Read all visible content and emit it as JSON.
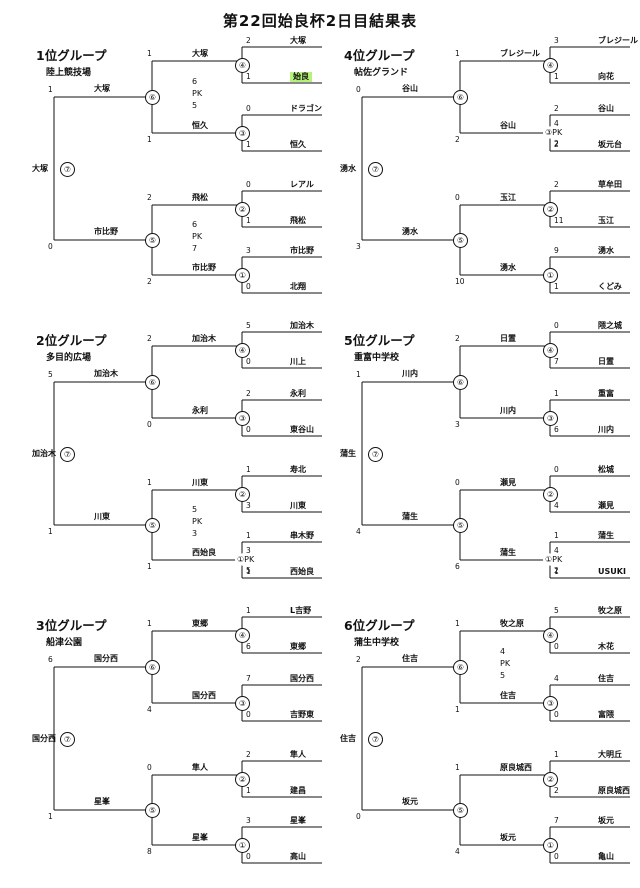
{
  "page": {
    "title": "第22回始良杯2日目結果表"
  },
  "groups": [
    {
      "title": "1位グループ",
      "venue": "陸上競技場",
      "champion": "大塚",
      "final_no": "⑦",
      "top": {
        "name": "大塚",
        "score_final": "1",
        "semi_no": "⑥",
        "pk_text": "",
        "r2a": {
          "name": "大塚",
          "score": "1",
          "match_no": "④",
          "t1": {
            "name": "大塚",
            "score": "2"
          },
          "t2": {
            "name": "始良",
            "score": "1"
          }
        },
        "r2b": {
          "name": "恒久",
          "score": "1",
          "match_no": "③",
          "t1": {
            "name": "ドラゴン",
            "score": "0"
          },
          "t2": {
            "name": "恒久",
            "score": "1"
          }
        },
        "pk_score_a": "6",
        "pk_label": "PK",
        "pk_score_b": "5"
      },
      "bottom": {
        "name": "市比野",
        "score_final": "0",
        "semi_no": "⑤",
        "r2a": {
          "name": "飛松",
          "score": "2",
          "match_no": "②",
          "t1": {
            "name": "レアル",
            "score": "0"
          },
          "t2": {
            "name": "飛松",
            "score": "1"
          }
        },
        "r2b": {
          "name": "市比野",
          "score": "2",
          "match_no": "①",
          "t1": {
            "name": "市比野",
            "score": "3"
          },
          "t2": {
            "name": "北翔",
            "score": "0"
          }
        },
        "pk_score_a": "6",
        "pk_label": "PK",
        "pk_score_b": "7"
      }
    },
    {
      "title": "4位グループ",
      "venue": "帖佐グランド",
      "champion": "湧水",
      "final_no": "⑦",
      "top": {
        "name": "谷山",
        "score_final": "0",
        "semi_no": "⑥",
        "r2a": {
          "name": "ブレジール",
          "score": "1",
          "match_no": "④",
          "t1": {
            "name": "ブレジール",
            "score": "3"
          },
          "t2": {
            "name": "向花",
            "score": "1"
          }
        },
        "r2b": {
          "name": "谷山",
          "score": "2",
          "match_no": "③PK",
          "t1": {
            "name": "谷山",
            "score": "2"
          },
          "t2": {
            "name": "坂元台",
            "score": "2"
          }
        },
        "pk_score_a": "",
        "pk_label": "",
        "pk_score_b": "",
        "pk_inner_a": "4",
        "pk_inner_b": "2"
      },
      "bottom": {
        "name": "湧水",
        "score_final": "3",
        "semi_no": "⑤",
        "r2a": {
          "name": "玉江",
          "score": "0",
          "match_no": "②",
          "t1": {
            "name": "草牟田",
            "score": "2"
          },
          "t2": {
            "name": "玉江",
            "score": "11"
          }
        },
        "r2b": {
          "name": "湧水",
          "score": "10",
          "match_no": "①",
          "t1": {
            "name": "湧水",
            "score": "9"
          },
          "t2": {
            "name": "くどみ",
            "score": "1"
          }
        },
        "pk_score_a": "",
        "pk_label": "",
        "pk_score_b": ""
      }
    },
    {
      "title": "2位グループ",
      "venue": "多目的広場",
      "champion": "加治木",
      "final_no": "⑦",
      "top": {
        "name": "加治木",
        "score_final": "5",
        "semi_no": "⑥",
        "r2a": {
          "name": "加治木",
          "score": "2",
          "match_no": "④",
          "t1": {
            "name": "加治木",
            "score": "5"
          },
          "t2": {
            "name": "川上",
            "score": "0"
          }
        },
        "r2b": {
          "name": "永利",
          "score": "0",
          "match_no": "③",
          "t1": {
            "name": "永利",
            "score": "2"
          },
          "t2": {
            "name": "東谷山",
            "score": "0"
          }
        },
        "pk_score_a": "",
        "pk_label": "",
        "pk_score_b": ""
      },
      "bottom": {
        "name": "川東",
        "score_final": "1",
        "semi_no": "⑤",
        "r2a": {
          "name": "川東",
          "score": "1",
          "match_no": "②",
          "t1": {
            "name": "寿北",
            "score": "1"
          },
          "t2": {
            "name": "川東",
            "score": "3"
          }
        },
        "r2b": {
          "name": "西始良",
          "score": "1",
          "match_no": "①PK",
          "t1": {
            "name": "串木野",
            "score": "1"
          },
          "t2": {
            "name": "西始良",
            "score": "1"
          }
        },
        "pk_score_a": "5",
        "pk_label": "PK",
        "pk_score_b": "3",
        "pk_inner_a": "3",
        "pk_inner_b": "5"
      }
    },
    {
      "title": "5位グループ",
      "venue": "重富中学校",
      "champion": "蒲生",
      "final_no": "⑦",
      "top": {
        "name": "川内",
        "score_final": "1",
        "semi_no": "⑥",
        "r2a": {
          "name": "日置",
          "score": "2",
          "match_no": "④",
          "t1": {
            "name": "隈之城",
            "score": "0"
          },
          "t2": {
            "name": "日置",
            "score": "7"
          }
        },
        "r2b": {
          "name": "川内",
          "score": "3",
          "match_no": "③",
          "t1": {
            "name": "重富",
            "score": "1"
          },
          "t2": {
            "name": "川内",
            "score": "6"
          }
        },
        "pk_score_a": "",
        "pk_label": "",
        "pk_score_b": ""
      },
      "bottom": {
        "name": "蒲生",
        "score_final": "4",
        "semi_no": "⑤",
        "r2a": {
          "name": "瀬見",
          "score": "0",
          "match_no": "②",
          "t1": {
            "name": "松城",
            "score": "0"
          },
          "t2": {
            "name": "瀬見",
            "score": "4"
          }
        },
        "r2b": {
          "name": "蒲生",
          "score": "6",
          "match_no": "①PK",
          "t1": {
            "name": "蒲生",
            "score": "1"
          },
          "t2": {
            "name": "USUKI",
            "score": "1"
          }
        },
        "pk_score_a": "",
        "pk_label": "",
        "pk_score_b": "",
        "pk_inner_a": "4",
        "pk_inner_b": "2"
      }
    },
    {
      "title": "3位グループ",
      "venue": "船津公園",
      "champion": "国分西",
      "final_no": "⑦",
      "top": {
        "name": "国分西",
        "score_final": "6",
        "semi_no": "⑥",
        "r2a": {
          "name": "東郷",
          "score": "1",
          "match_no": "④",
          "t1": {
            "name": "L吉野",
            "score": "1"
          },
          "t2": {
            "name": "東郷",
            "score": "6"
          }
        },
        "r2b": {
          "name": "国分西",
          "score": "4",
          "match_no": "③",
          "t1": {
            "name": "国分西",
            "score": "7"
          },
          "t2": {
            "name": "吉野東",
            "score": "0"
          }
        },
        "pk_score_a": "",
        "pk_label": "",
        "pk_score_b": ""
      },
      "bottom": {
        "name": "星峯",
        "score_final": "1",
        "semi_no": "⑤",
        "r2a": {
          "name": "隼人",
          "score": "0",
          "match_no": "②",
          "t1": {
            "name": "隼人",
            "score": "2"
          },
          "t2": {
            "name": "建昌",
            "score": "1"
          }
        },
        "r2b": {
          "name": "星峯",
          "score": "8",
          "match_no": "①",
          "t1": {
            "name": "星峯",
            "score": "3"
          },
          "t2": {
            "name": "高山",
            "score": "0"
          }
        },
        "pk_score_a": "",
        "pk_label": "",
        "pk_score_b": ""
      }
    },
    {
      "title": "6位グループ",
      "venue": "蒲生中学校",
      "champion": "住吉",
      "final_no": "⑦",
      "top": {
        "name": "住吉",
        "score_final": "2",
        "semi_no": "⑥",
        "r2a": {
          "name": "牧之原",
          "score": "1",
          "match_no": "④",
          "t1": {
            "name": "牧之原",
            "score": "5"
          },
          "t2": {
            "name": "木花",
            "score": "0"
          }
        },
        "r2b": {
          "name": "住吉",
          "score": "1",
          "match_no": "③",
          "t1": {
            "name": "住吉",
            "score": "4"
          },
          "t2": {
            "name": "富隈",
            "score": "0"
          }
        },
        "pk_score_a": "4",
        "pk_label": "PK",
        "pk_score_b": "5"
      },
      "bottom": {
        "name": "坂元",
        "score_final": "0",
        "semi_no": "⑤",
        "r2a": {
          "name": "原良城西",
          "score": "1",
          "match_no": "②",
          "t1": {
            "name": "大明丘",
            "score": "1"
          },
          "t2": {
            "name": "原良城西",
            "score": "2"
          }
        },
        "r2b": {
          "name": "坂元",
          "score": "4",
          "match_no": "①",
          "t1": {
            "name": "坂元",
            "score": "7"
          },
          "t2": {
            "name": "亀山",
            "score": "0"
          }
        },
        "pk_score_a": "",
        "pk_label": "",
        "pk_score_b": ""
      }
    }
  ],
  "colors": {
    "highlight": "#b6f27a",
    "line": "#111111"
  },
  "highlight_team": "始良"
}
